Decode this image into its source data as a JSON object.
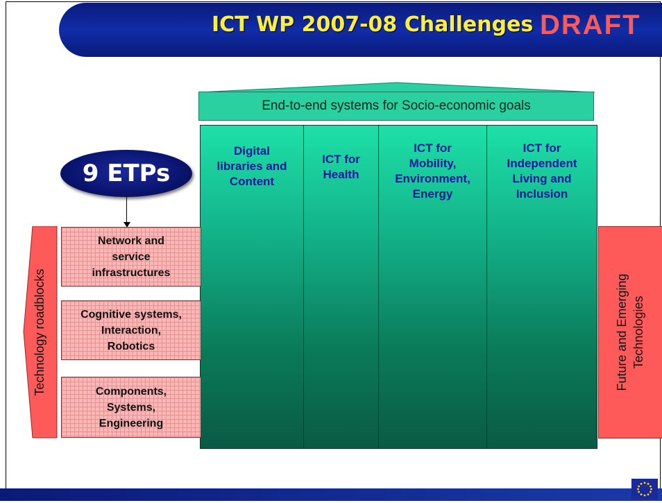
{
  "title": "ICT WP 2007-08 Challenges",
  "draft": "DRAFT",
  "header_band": "End-to-end systems for Socio-economic goals",
  "etps": "9 ETPs",
  "columns": [
    {
      "label": "Digital\nlibraries and\nContent"
    },
    {
      "label": "ICT for\nHealth"
    },
    {
      "label": "ICT for\nMobility,\nEnvironment,\nEnergy"
    },
    {
      "label": "ICT for\nIndependent\nLiving and\nInclusion"
    }
  ],
  "boxes": [
    {
      "label": "Network and\nservice\ninfrastructures"
    },
    {
      "label": "Cognitive systems,\nInteraction,\nRobotics"
    },
    {
      "label": "Components,\nSystems,\nEngineering"
    }
  ],
  "left_side": "Technology roadblocks",
  "right_side": "Future and Emerging\nTechnologies",
  "colors": {
    "title_bg": "#102ca8",
    "title_text": "#ffef3a",
    "draft": "#ff5a5a",
    "column": "#12b088",
    "box": "#f8b8b8",
    "side": "#ff5a5a"
  }
}
